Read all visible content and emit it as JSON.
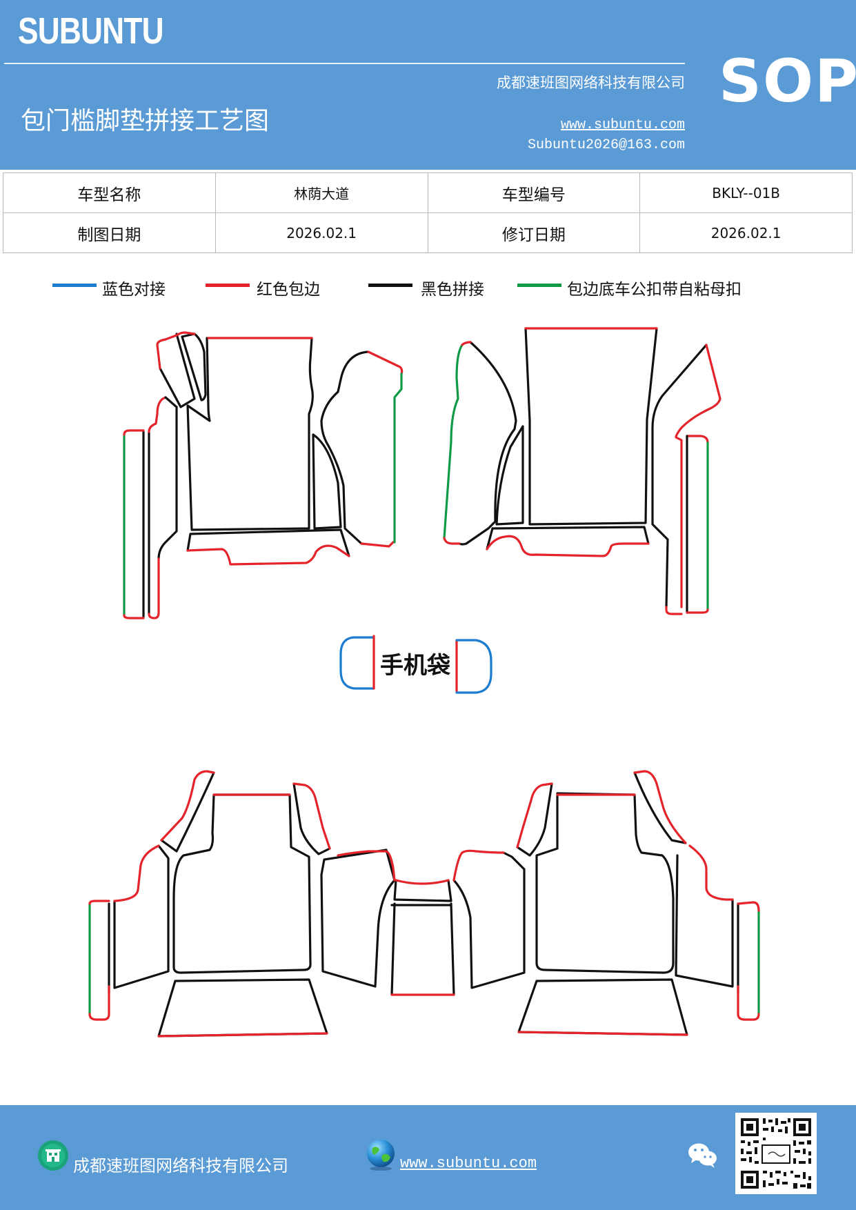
{
  "header": {
    "brand": "SUBUNTU",
    "company": "成都速班图网络科技有限公司",
    "title": "包门槛脚垫拼接工艺图",
    "website": "www.subuntu.com",
    "email": "Subuntu2026@163.com",
    "badge": "SOP"
  },
  "info": {
    "model_name_label": "车型名称",
    "model_name": "林荫大道",
    "model_code_label": "车型编号",
    "model_code": "BKLY--01B",
    "draw_date_label": "制图日期",
    "draw_date": "2026.02.1",
    "revision_date_label": "修订日期",
    "revision_date": "2026.02.1"
  },
  "legend": {
    "blue": "蓝色对接",
    "red": "红色包边",
    "black": "黑色拼接",
    "green": "包边底车公扣带自粘母扣"
  },
  "colors": {
    "header_bg": "#5b9bd5",
    "blue": "#1c7cd0",
    "red": "#e5232a",
    "black": "#111111",
    "green": "#0f9a46"
  },
  "diagram": {
    "phone_pocket_label": "手机袋"
  },
  "footer": {
    "company": "成都速班图网络科技有限公司",
    "website": "www.subuntu.com",
    "building_icon": "building-icon",
    "globe_icon": "globe-icon",
    "wechat_icon": "wechat-icon"
  }
}
